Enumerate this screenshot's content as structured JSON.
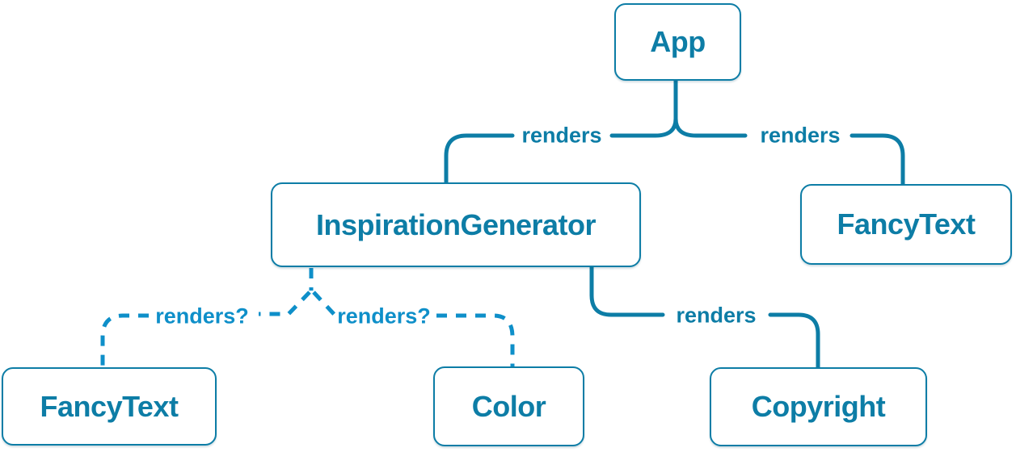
{
  "colors": {
    "background": "#ffffff",
    "solid": "#0d7da6",
    "dashed": "#0e8fc9",
    "node_fill": "#ffffff"
  },
  "nodes": {
    "app": "App",
    "inspiration_generator": "InspirationGenerator",
    "fancy_text_top": "FancyText",
    "fancy_text_bottom": "FancyText",
    "color": "Color",
    "copyright": "Copyright"
  },
  "edge_labels": {
    "app_to_inspiration_generator": "renders",
    "app_to_fancy_text": "renders",
    "inspiration_generator_to_copyright": "renders",
    "inspiration_generator_to_fancy_text": "renders?",
    "inspiration_generator_to_color": "renders?"
  }
}
